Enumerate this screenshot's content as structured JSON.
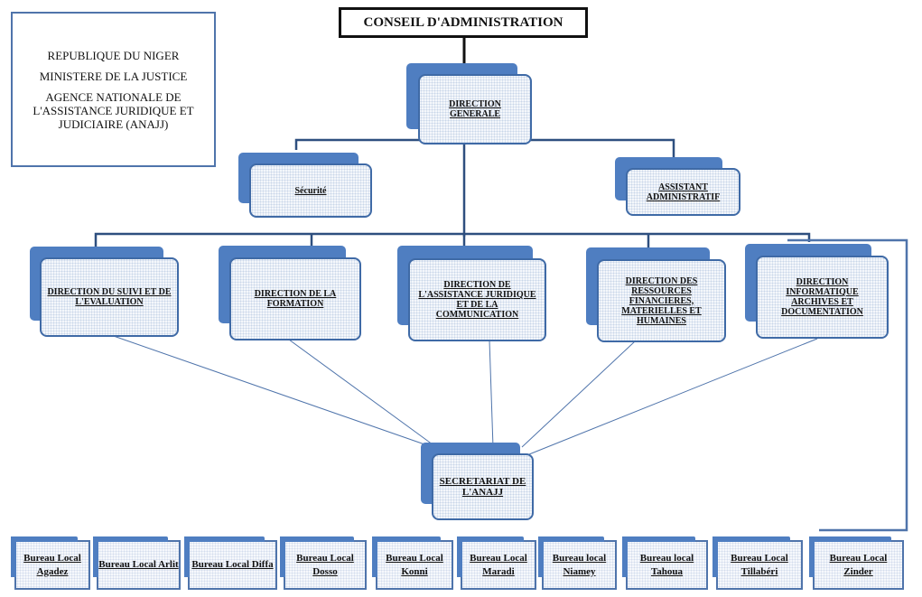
{
  "header": {
    "line1": "REPUBLIQUE DU NIGER",
    "line2": "MINISTERE DE LA JUSTICE",
    "line3": "AGENCE NATIONALE DE L'ASSISTANCE JURIDIQUE ET JUDICIAIRE (ANAJJ)"
  },
  "board": {
    "label": "CONSEIL D'ADMINISTRATION"
  },
  "direction_generale": {
    "label": "DIRECTION GENERALE"
  },
  "securite": {
    "label": "Sécurité"
  },
  "assistant": {
    "label": "ASSISTANT ADMINISTRATIF"
  },
  "directions": [
    {
      "label": "DIRECTION DU SUIVI ET DE L'EVALUATION"
    },
    {
      "label": "DIRECTION DE LA FORMATION"
    },
    {
      "label": "DIRECTION DE L'ASSISTANCE JURIDIQUE ET DE LA COMMUNICATION"
    },
    {
      "label": "DIRECTION DES RESSOURCES FINANCIERES, MATERIELLES ET HUMAINES"
    },
    {
      "label": "DIRECTION INFORMATIQUE ARCHIVES ET DOCUMENTATION"
    }
  ],
  "secretariat": {
    "label": "SECRETARIAT DE L'ANAJJ"
  },
  "bureaux": [
    {
      "label": "Bureau Local Agadez"
    },
    {
      "label": "Bureau Local Arlit"
    },
    {
      "label": "Bureau Local Diffa"
    },
    {
      "label": "Bureau Local Dosso"
    },
    {
      "label": "Bureau Local Konni"
    },
    {
      "label": "Bureau Local Maradi"
    },
    {
      "label": "Bureau local Niamey"
    },
    {
      "label": "Bureau local Tahoua"
    },
    {
      "label": "Bureau Local Tillabéri"
    },
    {
      "label": "Bureau Local Zinder"
    }
  ],
  "colors": {
    "accent": "#4f7ec1",
    "border": "#3f6aa6",
    "line": "#2e4f7f"
  }
}
